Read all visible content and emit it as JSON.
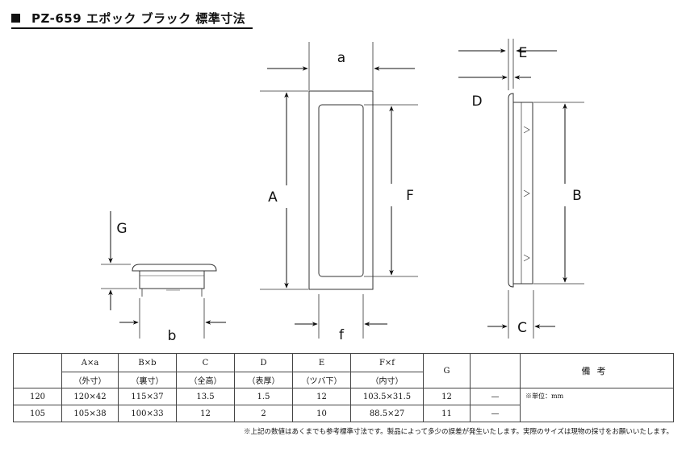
{
  "header": {
    "title": "PZ-659 エポック ブラック 標準寸法"
  },
  "dimension_labels": {
    "a": "a",
    "A": "A",
    "F": "F",
    "f": "f",
    "E": "E",
    "D": "D",
    "B": "B",
    "C": "C",
    "G": "G",
    "b": "b"
  },
  "table": {
    "columns": [
      {
        "top": "",
        "bottom": ""
      },
      {
        "top": "A×a",
        "bottom": "（外寸）"
      },
      {
        "top": "B×b",
        "bottom": "（裏寸）"
      },
      {
        "top": "C",
        "bottom": "（全高）"
      },
      {
        "top": "D",
        "bottom": "（表厚）"
      },
      {
        "top": "E",
        "bottom": "（ツバ下）"
      },
      {
        "top": "F×f",
        "bottom": "（内寸）"
      },
      {
        "top": "G",
        "bottom": ""
      },
      {
        "top": "",
        "bottom": ""
      },
      {
        "top": "備考",
        "bottom": ""
      }
    ],
    "rows": [
      [
        "120",
        "120×42",
        "115×37",
        "13.5",
        "1.5",
        "12",
        "103.5×31.5",
        "12",
        "—"
      ],
      [
        "105",
        "105×38",
        "100×33",
        "12",
        "2",
        "10",
        "88.5×27",
        "11",
        "—"
      ]
    ],
    "note": "※単位：mm"
  },
  "footnote": "※上記の数値はあくまでも参考標準寸法です。製品によって多少の誤差が発生いたします。実際のサイズは現物の採寸をお願いいたします。"
}
